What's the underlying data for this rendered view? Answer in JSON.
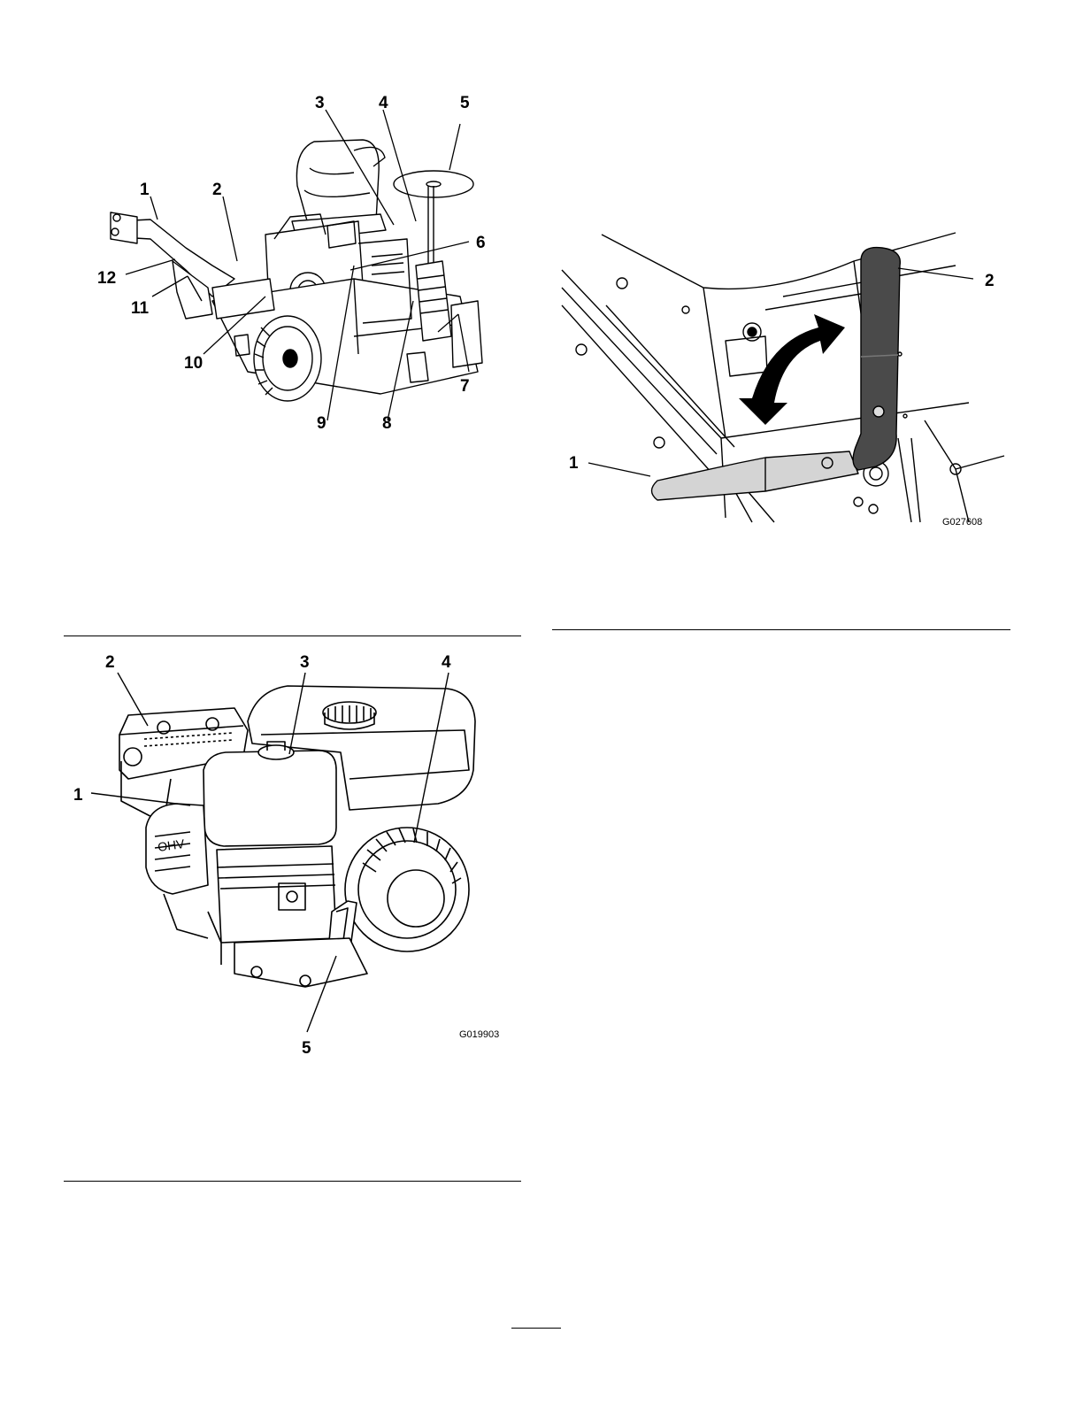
{
  "figure_mower": {
    "callouts": [
      "1",
      "2",
      "3",
      "4",
      "5",
      "6",
      "7",
      "8",
      "9",
      "10",
      "11",
      "12"
    ]
  },
  "figure_lever": {
    "callouts": [
      "1",
      "2"
    ],
    "code": "G027608"
  },
  "figure_engine": {
    "callouts": [
      "1",
      "2",
      "3",
      "4",
      "5"
    ],
    "code": "G019903"
  }
}
